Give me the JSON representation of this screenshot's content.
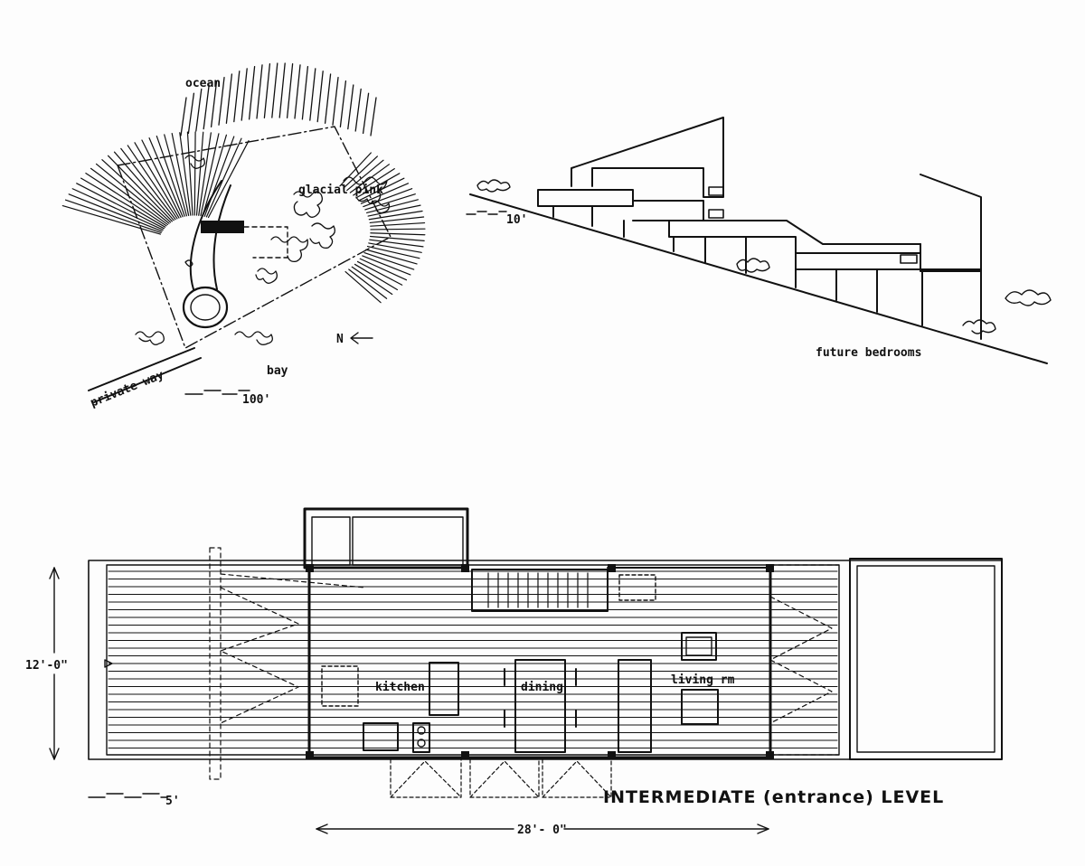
{
  "site_plan": {
    "ocean_label": "ocean",
    "glacial_pink_label": "glacial pink",
    "bay_label": "bay",
    "private_way_label": "private way",
    "north_label": "N",
    "scale_label": "100'"
  },
  "section": {
    "scale_label": "10'",
    "future_bedrooms_label": "future bedrooms"
  },
  "floor_plan": {
    "kitchen_label": "kitchen",
    "dining_label": "dining",
    "living_label": "living rm",
    "height_dim_label": "12'-0\"",
    "length_dim_label": "28'- 0\"",
    "scale_label": "5'",
    "title": "INTERMEDIATE (entrance) LEVEL"
  }
}
